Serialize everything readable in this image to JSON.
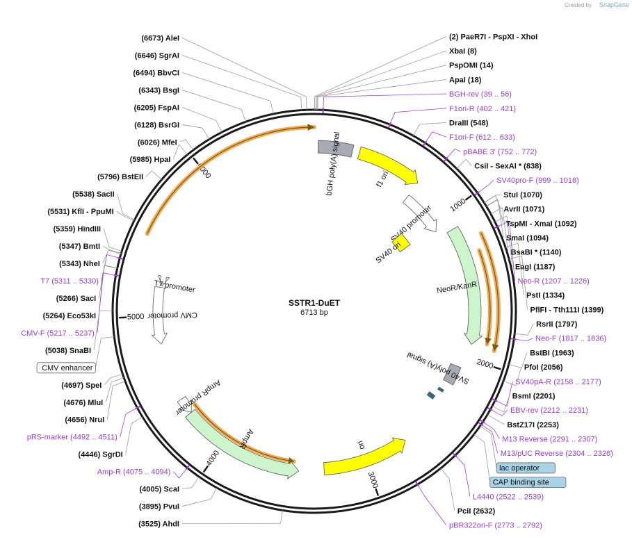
{
  "map": {
    "name": "SSTR1-DuET",
    "length_label": "6713 bp",
    "total_bp": 6713
  },
  "branding": {
    "created_by": "Created by",
    "app_name": "SnapGene"
  },
  "ticks": [
    {
      "label": "1000",
      "bp": 1000
    },
    {
      "label": "2000",
      "bp": 2000
    },
    {
      "label": "3000",
      "bp": 3000
    },
    {
      "label": "4000",
      "bp": 4000
    },
    {
      "label": "5000",
      "bp": 5000
    },
    {
      "label": "6000",
      "bp": 6000
    }
  ],
  "enzyme_sites": [
    {
      "text": "(2)  PaeR7I  - PspXI  - XhoI",
      "bp": 2
    },
    {
      "text": "(6673)  AleI",
      "bp": 6673
    },
    {
      "text": "(6646)  SgrAI",
      "bp": 6646
    },
    {
      "text": "(6494)  BbvCI",
      "bp": 6494
    },
    {
      "text": "(6343)  BsgI",
      "bp": 6343
    },
    {
      "text": "(6205)  FspAI",
      "bp": 6205
    },
    {
      "text": "(6128)  BsrGI",
      "bp": 6128
    },
    {
      "text": "(6026)  MfeI",
      "bp": 6026
    },
    {
      "text": "(5985)  HpaI",
      "bp": 5985
    },
    {
      "text": "(5796)  BstEII",
      "bp": 5796
    },
    {
      "text": "(5538)  SacII",
      "bp": 5538
    },
    {
      "text": "(5531)  KflI  - PpuMI",
      "bp": 5531
    },
    {
      "text": "(5359)  HindIII",
      "bp": 5359
    },
    {
      "text": "(5347)  BmtI",
      "bp": 5347
    },
    {
      "text": "(5343)  NheI",
      "bp": 5343
    },
    {
      "text": "(5266)  SacI",
      "bp": 5266
    },
    {
      "text": "(5264)  Eco53kI",
      "bp": 5264
    },
    {
      "text": "(5038)  SnaBI",
      "bp": 5038
    },
    {
      "text": "(4697)  SpeI",
      "bp": 4697
    },
    {
      "text": "(4676)  MluI",
      "bp": 4676
    },
    {
      "text": "(4656)  NruI",
      "bp": 4656
    },
    {
      "text": "(4446)  SgrDI",
      "bp": 4446
    },
    {
      "text": "(4005)  ScaI",
      "bp": 4005
    },
    {
      "text": "(3895)  PvuI",
      "bp": 3895
    },
    {
      "text": "(3525)  AhdI",
      "bp": 3525
    },
    {
      "text": "XbaI  (8)",
      "bp": 8
    },
    {
      "text": "PspOMI  (14)",
      "bp": 14
    },
    {
      "text": "ApaI  (18)",
      "bp": 18
    },
    {
      "text": "DraIII  (548)",
      "bp": 548
    },
    {
      "text": "CsiI  - SexAI *  (838)",
      "bp": 838
    },
    {
      "text": "StuI  (1070)",
      "bp": 1070
    },
    {
      "text": "AvrII  (1071)",
      "bp": 1071
    },
    {
      "text": "TspMI  - XmaI  (1092)",
      "bp": 1092
    },
    {
      "text": "SmaI  (1094)",
      "bp": 1094
    },
    {
      "text": "BsaBI *  (1140)",
      "bp": 1140
    },
    {
      "text": "EagI  (1187)",
      "bp": 1187
    },
    {
      "text": "PstI  (1334)",
      "bp": 1334
    },
    {
      "text": "PflFI  - Tth111I  (1399)",
      "bp": 1399
    },
    {
      "text": "RsrII  (1797)",
      "bp": 1797
    },
    {
      "text": "BstBI  (1963)",
      "bp": 1963
    },
    {
      "text": "PfoI  (2056)",
      "bp": 2056
    },
    {
      "text": "BsmI  (2201)",
      "bp": 2201
    },
    {
      "text": "BstZ17I  (2253)",
      "bp": 2253
    },
    {
      "text": "PciI  (2632)",
      "bp": 2632
    }
  ],
  "primer_sites": [
    {
      "text": "BGH-rev   (39 .. 56)",
      "bp": 47
    },
    {
      "text": "F1ori-R   (402 .. 421)",
      "bp": 411
    },
    {
      "text": "F1ori-F   (612 .. 633)",
      "bp": 622
    },
    {
      "text": "pBABE 3'   (752 .. 772)",
      "bp": 762
    },
    {
      "text": "SV40pro-F   (999 .. 1018)",
      "bp": 1008
    },
    {
      "text": "Neo-R   (1207 .. 1226)",
      "bp": 1216
    },
    {
      "text": "Neo-F   (1817 .. 1836)",
      "bp": 1826
    },
    {
      "text": "SV40pA-R   (2158 .. 2177)",
      "bp": 2167
    },
    {
      "text": "EBV-rev   (2212 .. 2231)",
      "bp": 2221
    },
    {
      "text": "M13 Reverse   (2291 .. 2307)",
      "bp": 2299
    },
    {
      "text": "M13/pUC Reverse   (2304 .. 2326)",
      "bp": 2315
    },
    {
      "text": "L4440   (2522 .. 2539)",
      "bp": 2530
    },
    {
      "text": "pBR322ori-F   (2773 .. 2792)",
      "bp": 2782
    },
    {
      "text": "Amp-R   (4075 .. 4094)",
      "bp": 4084
    },
    {
      "text": "pRS-marker   (4492 .. 4511)",
      "bp": 4501
    },
    {
      "text": "CMV-F   (5217 .. 5237)",
      "bp": 5227
    },
    {
      "text": "T7   (5311 .. 5330)",
      "bp": 5320
    }
  ],
  "boxed_labels": [
    {
      "text": "lac operator",
      "bp": 2325
    },
    {
      "text": "CAP binding site",
      "bp": 2380
    },
    {
      "text": "CMV enhancer",
      "bp": 4900
    }
  ],
  "features": [
    {
      "label": "bGH poly(A) signal",
      "type": "gray",
      "start": 25,
      "end": 250
    },
    {
      "label": "f1 ori",
      "type": "yellow",
      "start": 296,
      "end": 725
    },
    {
      "label": "SV40 promoter",
      "type": "white",
      "start": 730,
      "end": 1060
    },
    {
      "label": "SV40 ori",
      "type": "yellow",
      "start": 900,
      "end": 1030
    },
    {
      "label": "NeoR/KanR",
      "type": "green",
      "start": 1107,
      "end": 1900
    },
    {
      "label": "SV40 poly(A) signal",
      "type": "gray",
      "start": 2070,
      "end": 2200
    },
    {
      "label": "M13 rev",
      "type": "small",
      "start": 2262,
      "end": 2280
    },
    {
      "label": "lac promoter",
      "type": "small",
      "start": 2330,
      "end": 2360
    },
    {
      "label": "ori",
      "type": "yellow",
      "start": 2700,
      "end": 3290
    },
    {
      "label": "AmpR",
      "type": "green",
      "start": 3460,
      "end": 4300
    },
    {
      "label": "AmpR promoter",
      "type": "white",
      "start": 4300,
      "end": 4410
    },
    {
      "label": "CMV promoter",
      "type": "white",
      "start": 4810,
      "end": 5200
    },
    {
      "label": "T7 promoter",
      "type": "white",
      "start": 5210,
      "end": 5230
    }
  ],
  "colors": {
    "backbone": "#1a1a1a",
    "primer": "#9b3bd6",
    "orf_highlight": "#f2a950",
    "feature_yellow": "#ffff00",
    "feature_green": "#ccf5cc",
    "feature_gray": "#a7abb2",
    "boxed_blue": "#a8d4e6",
    "connector": "#999999"
  }
}
